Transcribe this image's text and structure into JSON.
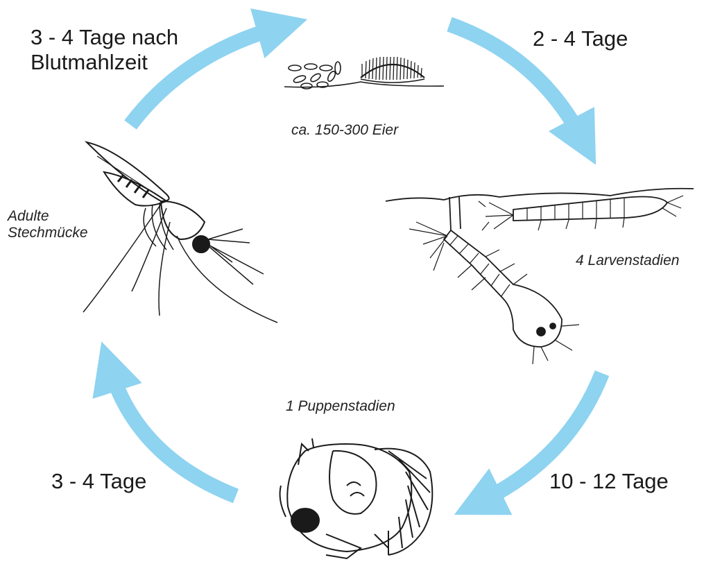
{
  "durations": {
    "adult_to_eggs": [
      "3 - 4 Tage nach",
      "Blutmahlzeit"
    ],
    "eggs_to_larvae": "2 - 4 Tage",
    "larvae_to_pupa": "10 - 12 Tage",
    "pupa_to_adult": "3 - 4 Tage"
  },
  "stages": {
    "eggs": "ca. 150-300 Eier",
    "larvae": "4 Larvenstadien",
    "pupa": "1 Puppenstadien",
    "adult": [
      "Adulte",
      "Stechmücke"
    ]
  },
  "colors": {
    "arrow": "#8ed3f0",
    "ink": "#1a1a1a"
  }
}
